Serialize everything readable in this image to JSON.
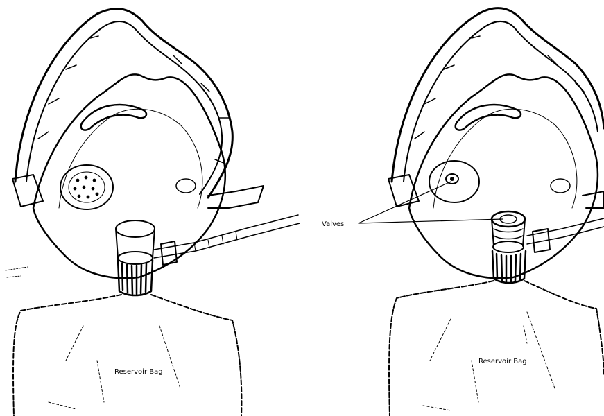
{
  "figure": {
    "colors": {
      "line": "#000000",
      "background": "#ffffff"
    },
    "panels": [
      {
        "id": "left",
        "labels": {
          "bag": "Reservoir Bag"
        }
      },
      {
        "id": "right",
        "labels": {
          "valves": "Valves",
          "bag": "Reservoir Bag"
        }
      }
    ]
  }
}
